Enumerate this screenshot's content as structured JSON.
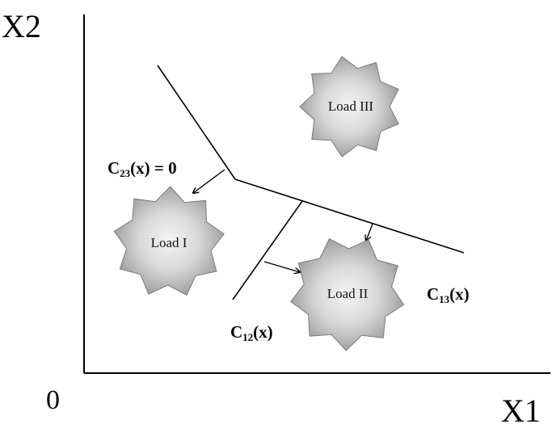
{
  "axes": {
    "x_label": "X1",
    "y_label": "X2",
    "origin_label": "0"
  },
  "loads": [
    {
      "id": "load-3",
      "label": "Load III"
    },
    {
      "id": "load-1",
      "label": "Load I"
    },
    {
      "id": "load-2",
      "label": "Load II"
    }
  ],
  "boundaries": {
    "c23": {
      "prefix": "C",
      "subscript": "23",
      "suffix": "(x) = 0"
    },
    "c13": {
      "prefix": "C",
      "subscript": "13",
      "suffix": "(x)"
    },
    "c12": {
      "prefix": "C",
      "subscript": "12",
      "suffix": "(x)"
    }
  },
  "colors": {
    "line": "#000000",
    "blob_center": "#f2f2f2",
    "blob_edge": "#8a8a8a"
  }
}
